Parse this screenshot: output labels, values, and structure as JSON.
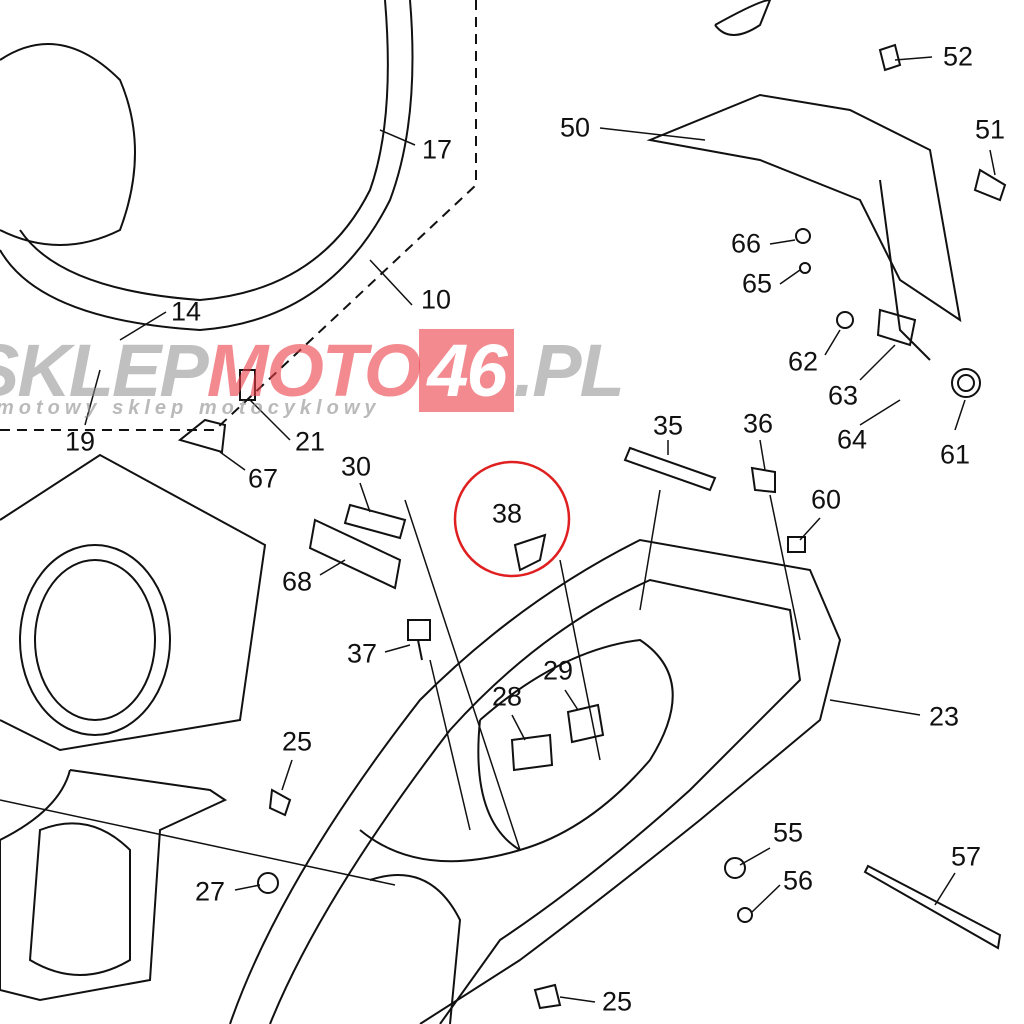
{
  "diagram": {
    "part_labels": [
      "52",
      "50",
      "51",
      "17",
      "66",
      "65",
      "10",
      "14",
      "62",
      "19",
      "21",
      "63",
      "35",
      "36",
      "64",
      "61",
      "67",
      "30",
      "38",
      "60",
      "68",
      "37",
      "29",
      "28",
      "23",
      "25",
      "55",
      "57",
      "56",
      "27",
      "25"
    ],
    "highlighted_part": "38",
    "highlight_color": "#e02020"
  },
  "watermark": {
    "prefix": "SKLEP",
    "moto": "MOTO",
    "number": "46",
    "suffix": ".PL",
    "tagline": "motowy sklep motocyklowy"
  }
}
